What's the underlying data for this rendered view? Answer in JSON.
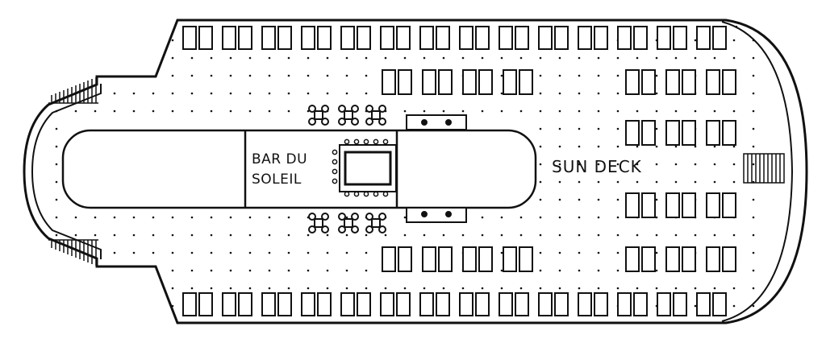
{
  "deck": {
    "bar_label_line1": "BAR DU",
    "bar_label_line2": "SOLEIL",
    "deck_label": "SUN DECK"
  },
  "colors": {
    "stroke": "#111111",
    "background": "#ffffff"
  }
}
